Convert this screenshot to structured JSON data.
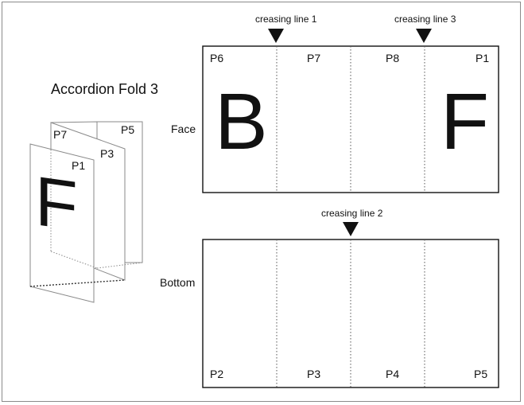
{
  "title": "Accordion Fold 3",
  "preview": {
    "panels": [
      "P7",
      "P5",
      "P3",
      "P1"
    ],
    "cover_letter": "F"
  },
  "face": {
    "label": "Face",
    "panels": [
      "P6",
      "P7",
      "P8",
      "P1"
    ],
    "big_letters": [
      "B",
      "F"
    ]
  },
  "bottom": {
    "label": "Bottom",
    "panels": [
      "P2",
      "P3",
      "P4",
      "P5"
    ]
  },
  "creasing_lines": [
    "creasing line 1",
    "creasing line 2",
    "creasing line 3"
  ]
}
